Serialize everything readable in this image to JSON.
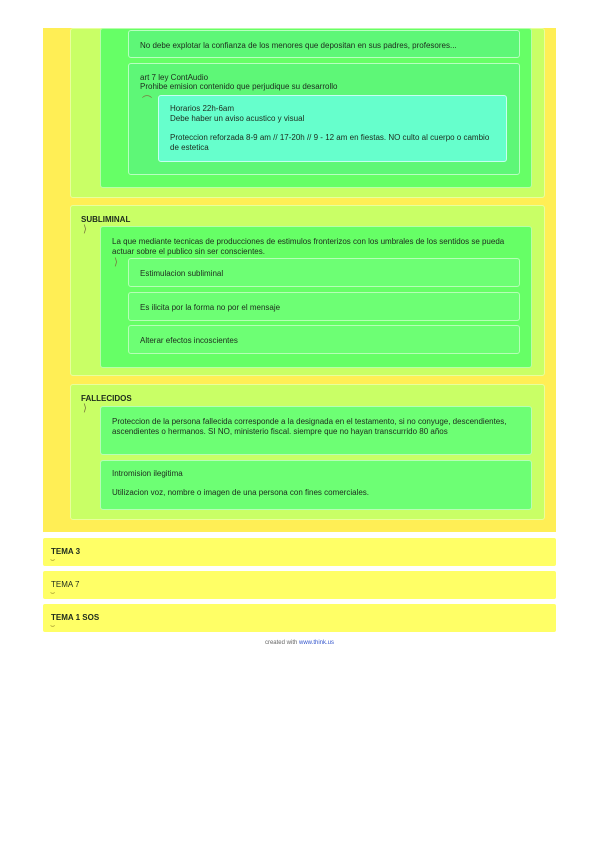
{
  "top": {
    "item_no_explotar": "No debe explotar la confianza de los menores que depositan en sus padres, profesores...",
    "art7_line1": "art 7 ley ContAudio",
    "art7_line2": "Prohibe emision contenido que perjudique su desarrollo",
    "horarios_line1": "Horarios 22h-6am",
    "horarios_line2": "Debe haber un aviso acustico y visual",
    "proteccion_reforzada": "Proteccion reforzada 8-9 am // 17-20h // 9 - 12 am en fiestas. NO culto al cuerpo o cambio de estetica"
  },
  "subliminal": {
    "title": "SUBLIMINAL",
    "definition": "La que mediante tecnicas de producciones de estimulos fronterizos con los umbrales de los sentidos se pueda actuar sobre el publico sin ser conscientes.",
    "items": [
      "Estimulacion subliminal",
      "Es ilicita por la forma no por el mensaje",
      "Alterar efectos incoscientes"
    ]
  },
  "fallecidos": {
    "title": "FALLECIDOS",
    "proteccion": "Proteccion de la persona fallecida corresponde a la designada en el testamento, si no conyuge, descendientes, ascendientes o hermanos. SI NO, ministerio fiscal. siempre que no hayan transcurrido 80 años",
    "intromision": "Intromision ilegitima",
    "utilizacion": "Utilizacion voz, nombre o imagen de una persona con fines comerciales."
  },
  "temas": [
    {
      "label": "TEMA 3"
    },
    {
      "label": "TEMA 7"
    },
    {
      "label": "TEMA 1 SOS"
    }
  ],
  "footer": {
    "prefix": "created with",
    "link": "www.think.us"
  },
  "colors": {
    "yellow": "#ffee55",
    "lime": "#c9ff66",
    "green": "#66ff66",
    "mint": "#66ffcc",
    "tema": "#ffff66"
  }
}
